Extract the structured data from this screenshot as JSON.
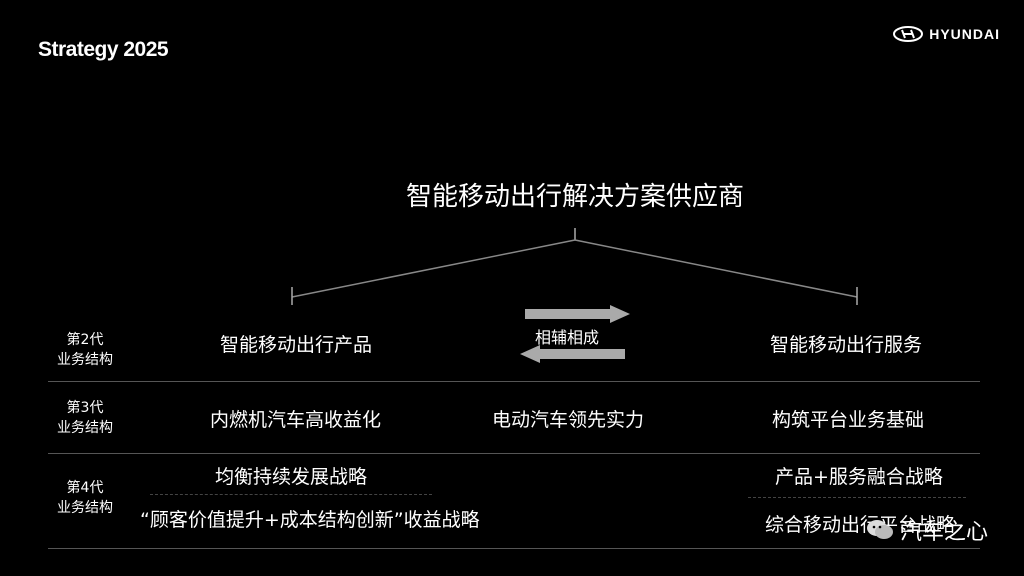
{
  "slide": {
    "title": "Strategy 2025",
    "brand": "HYUNDAI",
    "heading": "智能移动出行解决方案供应商",
    "synergy": "相辅相成",
    "col_left": "智能移动出行产品",
    "col_right": "智能移动出行服务",
    "rows": [
      {
        "label_line1": "第2代",
        "label_line2": "业务结构"
      },
      {
        "label_line1": "第3代",
        "label_line2": "业务结构",
        "cells": [
          "内燃机汽车高收益化",
          "电动汽车领先实力",
          "构筑平台业务基础"
        ]
      },
      {
        "label_line1": "第4代",
        "label_line2": "业务结构",
        "left_top": "均衡持续发展战略",
        "left_bottom": "“顾客价值提升+成本结构创新”收益战略",
        "right_top": "产品+服务融合战略",
        "right_bottom": "综合移动出行平台战略"
      }
    ],
    "watermark": "汽车之心",
    "colors": {
      "background": "#000000",
      "text": "#ffffff",
      "divider": "#555555"
    }
  }
}
